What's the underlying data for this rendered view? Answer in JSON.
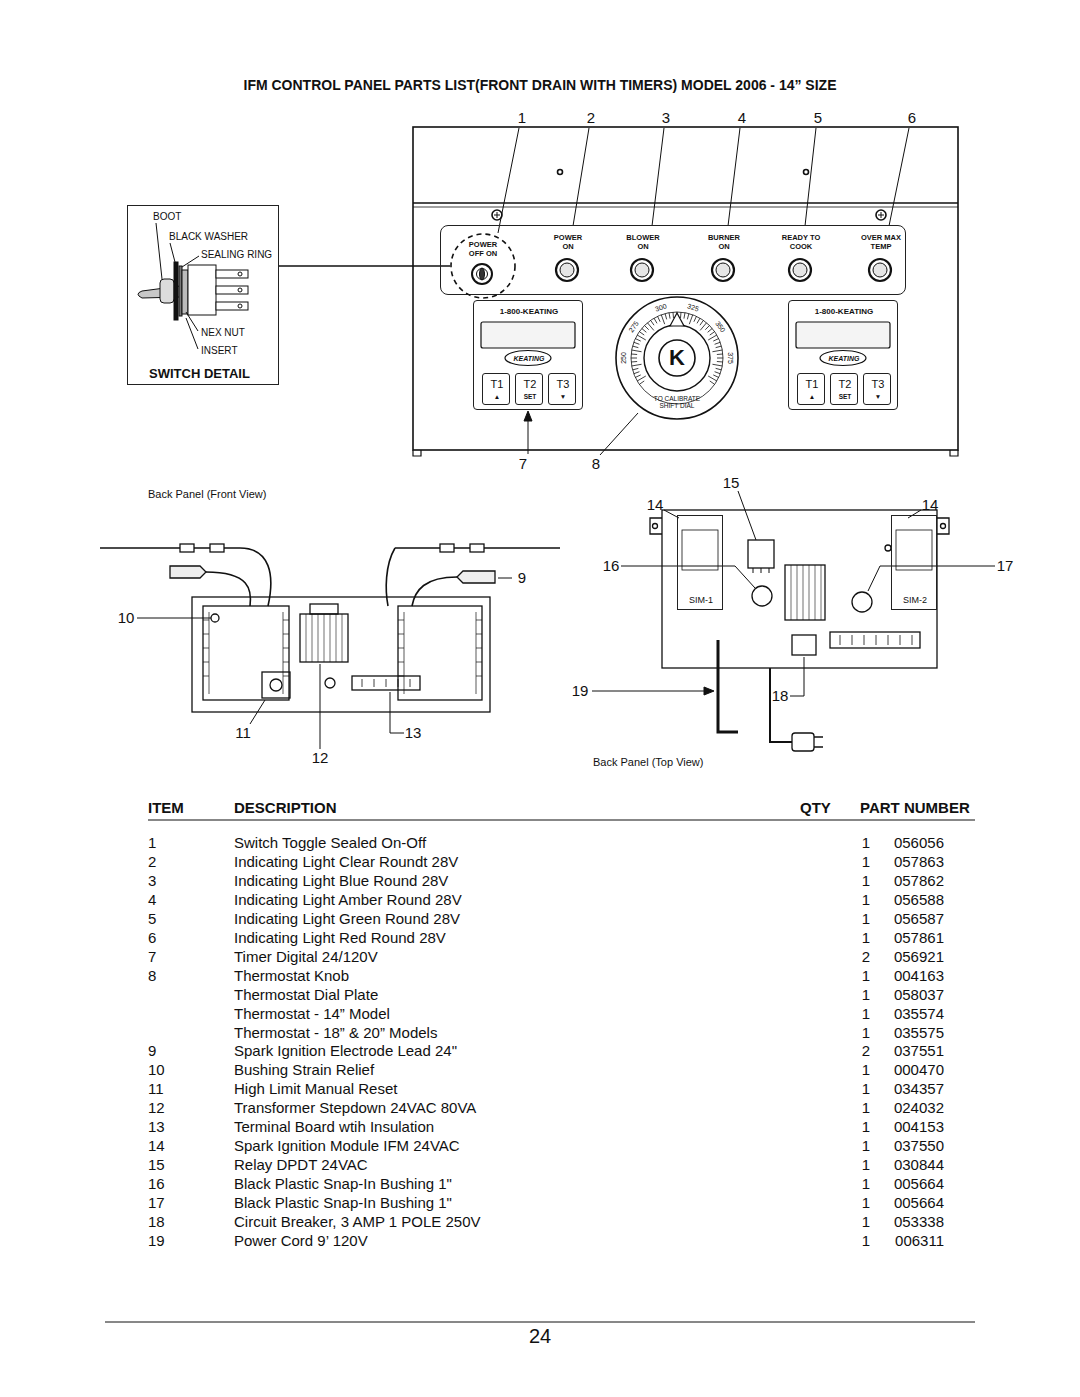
{
  "diagram": {
    "title": "IFM CONTROL PANEL PARTS LIST(FRONT DRAIN WITH TIMERS) MODEL 2006 - 14” SIZE",
    "nodes": [
      {
        "text": [
          "BOOT",
          "BLACK WASHER",
          "SEALING RING",
          "NEX NUT",
          "INSERT",
          "SWITCH DETAIL"
        ]
      },
      {
        "text": [
          "POWER ON",
          "BLOWER ON",
          "BURNER ON",
          "READY TO COOK",
          "OVER MAX TEMP"
        ]
      },
      {
        "text": [
          "POWER OFF ON"
        ],
        "in": 1
      },
      {
        "text": [
          "1-800-KEATING",
          "KEATING"
        ]
      },
      {
        "text": [
          "T1",
          "▲"
        ],
        "in": 3
      },
      {
        "text": [
          "T2",
          "SET"
        ],
        "in": 3
      },
      {
        "text": [
          "T3",
          "▼"
        ],
        "in": 3
      },
      {
        "text": [
          "K",
          "250",
          "275",
          "300",
          "325",
          "350",
          "375",
          "TO CALIBRATE SHIFT DIAL"
        ]
      },
      {
        "text": [
          "1-800-KEATING",
          "KEATING"
        ]
      },
      {
        "text": [
          "T1",
          "▲"
        ],
        "in": 8
      },
      {
        "text": [
          "T2",
          "SET"
        ],
        "in": 8
      },
      {
        "text": [
          "T3",
          "▼"
        ],
        "in": 8
      },
      {
        "text": [
          "SIM-1"
        ]
      },
      {
        "text": [
          "SIM-2"
        ]
      }
    ],
    "edges": [
      {
        "from": 0,
        "to": 2,
        "arrow": "none"
      }
    ],
    "labels": [
      "1",
      "2",
      "3",
      "4",
      "5",
      "6",
      "7",
      "8",
      "Back Panel (Front View)",
      "15",
      "14",
      "14",
      "16",
      "17",
      "9",
      "10",
      "19",
      "18",
      "11",
      "13",
      "12",
      "Back Panel (Top View)",
      "ITEM",
      "DESCRIPTION",
      "QTY",
      "PART NUMBER",
      "1",
      "Switch Toggle Sealed On-Off",
      "1",
      "056056",
      "2",
      "Indicating Light Clear Roundt 28V",
      "1",
      "057863",
      "3",
      "Indicating Light Blue Round 28V",
      "1",
      "057862",
      "4",
      "Indicating Light Amber Round 28V",
      "1",
      "056588",
      "5",
      "Indicating Light Green Round 28V",
      "1",
      "056587",
      "6",
      "Indicating Light Red Round 28V",
      "1",
      "057861",
      "7",
      "Timer Digital 24/120V",
      "2",
      "056921",
      "8",
      "Thermostat Knob",
      "1",
      "004163",
      "Thermostat Dial Plate",
      "1",
      "058037",
      "Thermostat - 14” Model",
      "1",
      "035574",
      "Thermostat - 18” & 20” Models",
      "1",
      "035575",
      "9",
      "Spark Ignition Electrode Lead 24\"",
      "2",
      "037551",
      "10",
      "Bushing Strain Relief",
      "1",
      "000470",
      "11",
      "High Limit Manual Reset",
      "1",
      "034357",
      "12",
      "Transformer Stepdown 24VAC 80VA",
      "1",
      "024032",
      "13",
      "Terminal Board wtih Insulation",
      "1",
      "004153",
      "14",
      "Spark Ignition Module IFM 24VAC",
      "1",
      "037550",
      "15",
      "Relay DPDT 24VAC",
      "1",
      "030844",
      "16",
      "Black Plastic Snap-In Bushing 1\"",
      "1",
      "005664",
      "17",
      "Black Plastic Snap-In Bushing 1\"",
      "1",
      "005664",
      "18",
      "Circuit Breaker, 3 AMP 1 POLE 250V",
      "1",
      "053338",
      "19",
      "Power Cord 9’ 120V",
      "1",
      "006311",
      "24"
    ]
  }
}
